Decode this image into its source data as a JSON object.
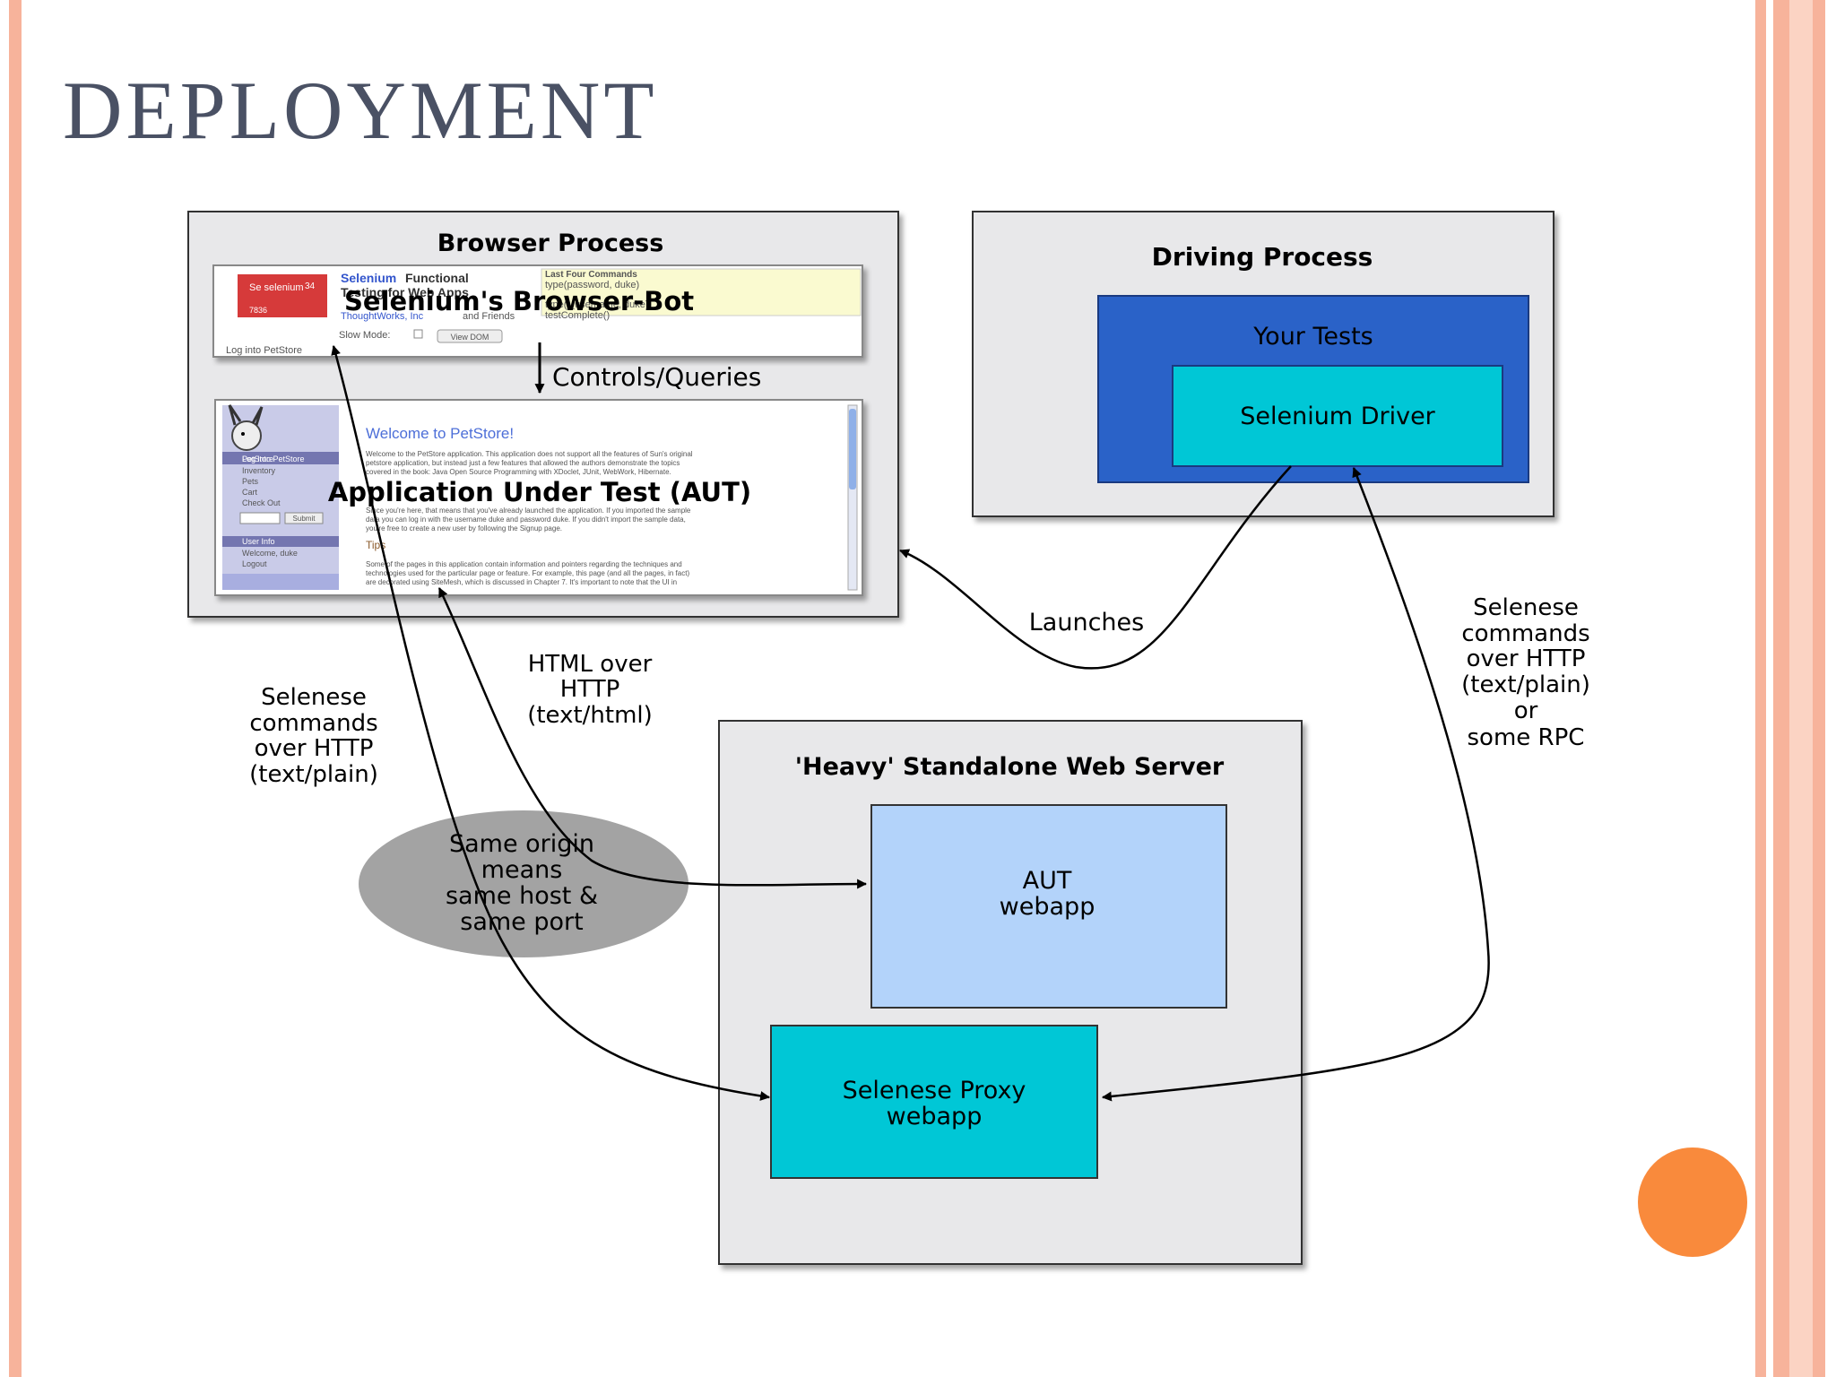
{
  "slide": {
    "title": "DEPLOYMENT",
    "accent_color": "#f98a3c",
    "stripe_color": "#f7b39b"
  },
  "diagram": {
    "browser_process": {
      "title": "Browser Process",
      "browser_bot_label": "Selenium's Browser-Bot",
      "aut_label": "Application Under Test (AUT)",
      "controls_label": "Controls/Queries",
      "thumbnail_bot": {
        "logo": "Se selenium",
        "logo_num": "34",
        "logo_code": "7836",
        "heading_link": "Selenium",
        "heading_rest": "Functional",
        "subheading": "Testing for Web Apps",
        "author_link": "ThoughtWorks, Inc",
        "author_rest": "and Friends",
        "last_commands_title": "Last Four Commands",
        "command_1": "type(password, duke)",
        "command_2": "type(j_username, duke)",
        "command_3": "testComplete()",
        "slow_mode": "Slow Mode:",
        "view_dom": "View DOM",
        "log_into": "Log into PetStore"
      },
      "thumbnail_aut": {
        "welcome": "Welcome to PetStore!",
        "nav_title": "PetStore",
        "nav_1": "Inventory",
        "nav_2": "Pets",
        "nav_3": "Cart",
        "nav_4": "Check Out",
        "submit": "Submit",
        "user_info": "User Info",
        "welcome_user": "Welcome, duke",
        "logout": "Logout",
        "para_1": "Welcome to the PetStore application. This application does not support all the features of Sun's original",
        "para_2": "petstore application, but instead just a few features that allowed the authors demonstrate the topics",
        "para_3": "covered in the book: Java Open Source Programming with XDoclet, JUnit, WebWork, Hibernate.",
        "para_4": "Since you're here, that means that you've already launched the application. If you imported the sample",
        "para_5": "data you can log in with the username duke and password duke. If you didn't import the sample data,",
        "para_6": "you're free to create a new user by following the Signup page.",
        "tips": "Tips",
        "para_7": "Some of the pages in this application contain information and pointers regarding the techniques and",
        "para_8": "technologies used for the particular page or feature. For example, this page (and all the pages, in fact)",
        "para_9": "are decorated using SiteMesh, which is discussed in Chapter 7. It's important to note that the UI in"
      }
    },
    "driving_process": {
      "title": "Driving Process",
      "your_tests": "Your Tests",
      "selenium_driver": "Selenium Driver"
    },
    "server": {
      "title": "'Heavy' Standalone Web Server",
      "aut_line1": "AUT",
      "aut_line2": "webapp",
      "proxy_line1": "Selenese Proxy",
      "proxy_line2": "webapp"
    },
    "labels": {
      "launches": "Launches",
      "html_1": "HTML over",
      "html_2": "HTTP",
      "html_3": "(text/html)",
      "left_1": "Selenese",
      "left_2": "commands",
      "left_3": "over HTTP",
      "left_4": "(text/plain)",
      "right_1": "Selenese",
      "right_2": "commands",
      "right_3": "over HTTP",
      "right_4": "(text/plain)",
      "right_5": "or",
      "right_6": "some RPC",
      "origin_1": "Same origin",
      "origin_2": "means",
      "origin_3": "same host &",
      "origin_4": "same port"
    }
  }
}
